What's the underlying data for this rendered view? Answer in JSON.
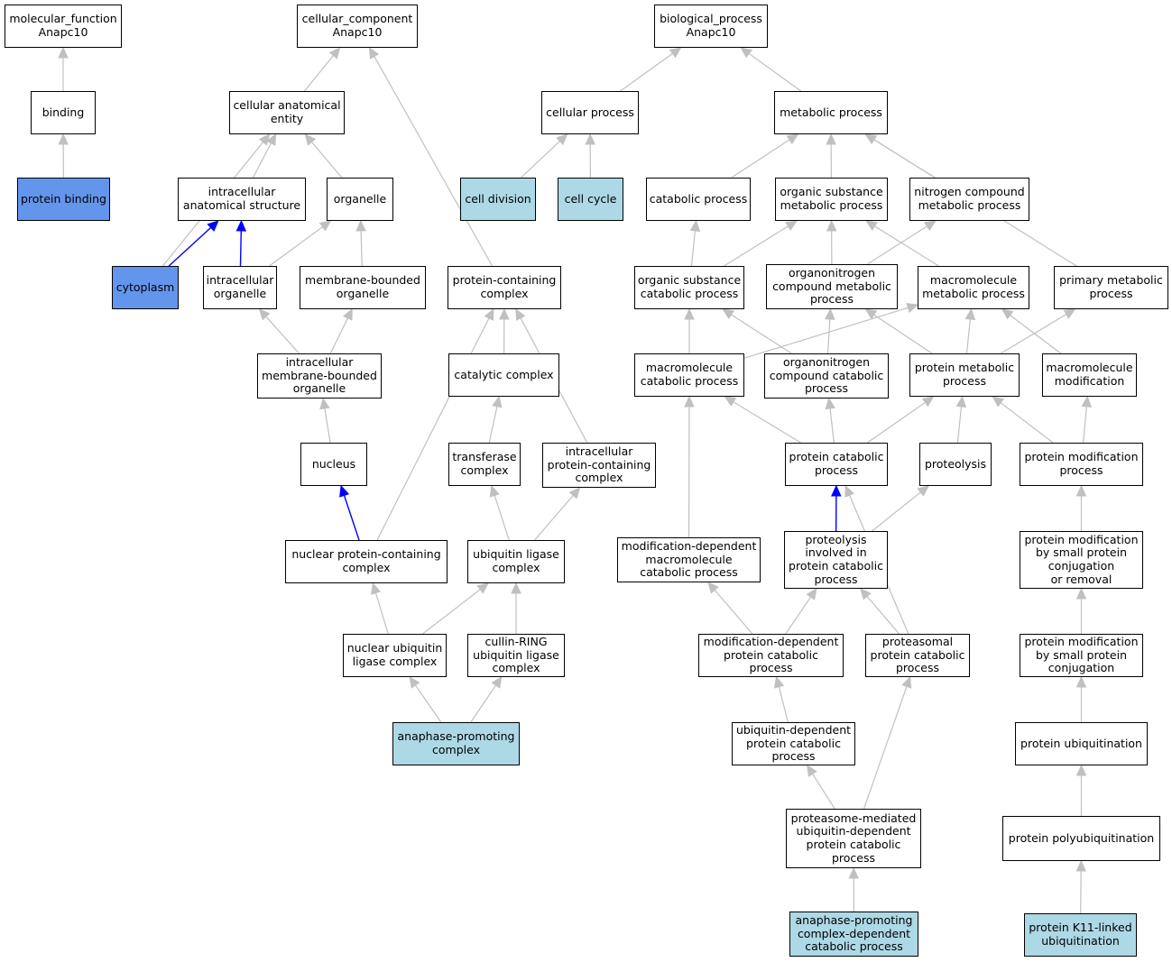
{
  "colors": {
    "node_default": "#ffffff",
    "node_light": "#add8e6",
    "node_dark": "#6495ed",
    "edge_default": "#c0c0c0",
    "edge_highlight": "#0000ff"
  },
  "nodes": [
    {
      "id": "mf",
      "label": "molecular_function\nAnapc10",
      "fill": "default"
    },
    {
      "id": "binding",
      "label": "binding",
      "fill": "default"
    },
    {
      "id": "protein_binding",
      "label": "protein binding",
      "fill": "dark"
    },
    {
      "id": "cc",
      "label": "cellular_component\nAnapc10",
      "fill": "default"
    },
    {
      "id": "cae",
      "label": "cellular anatomical\nentity",
      "fill": "default"
    },
    {
      "id": "ias",
      "label": "intracellular\nanatomical structure",
      "fill": "default"
    },
    {
      "id": "organelle",
      "label": "organelle",
      "fill": "default"
    },
    {
      "id": "cytoplasm",
      "label": "cytoplasm",
      "fill": "dark"
    },
    {
      "id": "io",
      "label": "intracellular\norganelle",
      "fill": "default"
    },
    {
      "id": "mbo",
      "label": "membrane-bounded\norganelle",
      "fill": "default"
    },
    {
      "id": "imbo",
      "label": "intracellular\nmembrane-bounded\norganelle",
      "fill": "default"
    },
    {
      "id": "nucleus",
      "label": "nucleus",
      "fill": "default"
    },
    {
      "id": "pcc",
      "label": "protein-containing\ncomplex",
      "fill": "default"
    },
    {
      "id": "catcx",
      "label": "catalytic complex",
      "fill": "default"
    },
    {
      "id": "transcx",
      "label": "transferase\ncomplex",
      "fill": "default"
    },
    {
      "id": "ipcc",
      "label": "intracellular\nprotein-containing\ncomplex",
      "fill": "default"
    },
    {
      "id": "npcc",
      "label": "nuclear protein-containing\ncomplex",
      "fill": "default"
    },
    {
      "id": "ulc",
      "label": "ubiquitin ligase\ncomplex",
      "fill": "default"
    },
    {
      "id": "nulc",
      "label": "nuclear ubiquitin\nligase complex",
      "fill": "default"
    },
    {
      "id": "crulc",
      "label": "cullin-RING\nubiquitin ligase\ncomplex",
      "fill": "default"
    },
    {
      "id": "apc",
      "label": "anaphase-promoting\ncomplex",
      "fill": "light"
    },
    {
      "id": "bp",
      "label": "biological_process\nAnapc10",
      "fill": "default"
    },
    {
      "id": "cellproc",
      "label": "cellular process",
      "fill": "default"
    },
    {
      "id": "celldiv",
      "label": "cell division",
      "fill": "light"
    },
    {
      "id": "cellcycle",
      "label": "cell cycle",
      "fill": "light"
    },
    {
      "id": "metab",
      "label": "metabolic process",
      "fill": "default"
    },
    {
      "id": "catab",
      "label": "catabolic process",
      "fill": "default"
    },
    {
      "id": "osmp",
      "label": "organic substance\nmetabolic process",
      "fill": "default"
    },
    {
      "id": "ncmp",
      "label": "nitrogen compound\nmetabolic process",
      "fill": "default"
    },
    {
      "id": "oscp",
      "label": "organic substance\ncatabolic process",
      "fill": "default"
    },
    {
      "id": "oncmp",
      "label": "organonitrogen\ncompound metabolic\nprocess",
      "fill": "default"
    },
    {
      "id": "mmp",
      "label": "macromolecule\nmetabolic process",
      "fill": "default"
    },
    {
      "id": "pmp",
      "label": "primary metabolic\nprocess",
      "fill": "default"
    },
    {
      "id": "mcp",
      "label": "macromolecule\ncatabolic process",
      "fill": "default"
    },
    {
      "id": "onccp",
      "label": "organonitrogen\ncompound catabolic\nprocess",
      "fill": "default"
    },
    {
      "id": "protmp",
      "label": "protein metabolic\nprocess",
      "fill": "default"
    },
    {
      "id": "mmod",
      "label": "macromolecule\nmodification",
      "fill": "default"
    },
    {
      "id": "pcp",
      "label": "protein catabolic\nprocess",
      "fill": "default"
    },
    {
      "id": "proteolysis",
      "label": "proteolysis",
      "fill": "default"
    },
    {
      "id": "pmodp",
      "label": "protein modification\nprocess",
      "fill": "default"
    },
    {
      "id": "mdmcp",
      "label": "modification-dependent\nmacromolecule\ncatabolic process",
      "fill": "default"
    },
    {
      "id": "pipcp",
      "label": "proteolysis\ninvolved in\nprotein catabolic\nprocess",
      "fill": "default"
    },
    {
      "id": "pmspcr",
      "label": "protein modification\nby small protein\nconjugation\nor removal",
      "fill": "default"
    },
    {
      "id": "mdpcp",
      "label": "modification-dependent\nprotein catabolic\nprocess",
      "fill": "default"
    },
    {
      "id": "ppcp",
      "label": "proteasomal\nprotein catabolic\nprocess",
      "fill": "default"
    },
    {
      "id": "pmspc",
      "label": "protein modification\nby small protein\nconjugation",
      "fill": "default"
    },
    {
      "id": "udpcp",
      "label": "ubiquitin-dependent\nprotein catabolic\nprocess",
      "fill": "default"
    },
    {
      "id": "pubq",
      "label": "protein ubiquitination",
      "fill": "default"
    },
    {
      "id": "pmudpcp",
      "label": "proteasome-mediated\nubiquitin-dependent\nprotein catabolic\nprocess",
      "fill": "default"
    },
    {
      "id": "ppubq",
      "label": "protein polyubiquitination",
      "fill": "default"
    },
    {
      "id": "apcdcp",
      "label": "anaphase-promoting\ncomplex-dependent\ncatabolic process",
      "fill": "light"
    },
    {
      "id": "pk11",
      "label": "protein K11-linked\nubiquitination",
      "fill": "light"
    }
  ],
  "edges": [
    {
      "from": "binding",
      "to": "mf",
      "type": "default"
    },
    {
      "from": "protein_binding",
      "to": "binding",
      "type": "default"
    },
    {
      "from": "cae",
      "to": "cc",
      "type": "default"
    },
    {
      "from": "pcc",
      "to": "cc",
      "type": "default"
    },
    {
      "from": "ias",
      "to": "cae",
      "type": "default"
    },
    {
      "from": "organelle",
      "to": "cae",
      "type": "default"
    },
    {
      "from": "cytoplasm",
      "to": "cae",
      "type": "default"
    },
    {
      "from": "cytoplasm",
      "to": "ias",
      "type": "highlight"
    },
    {
      "from": "io",
      "to": "ias",
      "type": "highlight"
    },
    {
      "from": "io",
      "to": "organelle",
      "type": "default"
    },
    {
      "from": "mbo",
      "to": "organelle",
      "type": "default"
    },
    {
      "from": "imbo",
      "to": "io",
      "type": "default"
    },
    {
      "from": "imbo",
      "to": "mbo",
      "type": "default"
    },
    {
      "from": "nucleus",
      "to": "imbo",
      "type": "default"
    },
    {
      "from": "npcc",
      "to": "nucleus",
      "type": "highlight"
    },
    {
      "from": "npcc",
      "to": "pcc",
      "type": "default"
    },
    {
      "from": "catcx",
      "to": "pcc",
      "type": "default"
    },
    {
      "from": "ipcc",
      "to": "pcc",
      "type": "default"
    },
    {
      "from": "transcx",
      "to": "catcx",
      "type": "default"
    },
    {
      "from": "ulc",
      "to": "transcx",
      "type": "default"
    },
    {
      "from": "ulc",
      "to": "ipcc",
      "type": "default"
    },
    {
      "from": "nulc",
      "to": "npcc",
      "type": "default"
    },
    {
      "from": "nulc",
      "to": "ulc",
      "type": "default"
    },
    {
      "from": "crulc",
      "to": "ulc",
      "type": "default"
    },
    {
      "from": "apc",
      "to": "nulc",
      "type": "default"
    },
    {
      "from": "apc",
      "to": "crulc",
      "type": "default"
    },
    {
      "from": "cellproc",
      "to": "bp",
      "type": "default"
    },
    {
      "from": "metab",
      "to": "bp",
      "type": "default"
    },
    {
      "from": "celldiv",
      "to": "cellproc",
      "type": "default"
    },
    {
      "from": "cellcycle",
      "to": "cellproc",
      "type": "default"
    },
    {
      "from": "catab",
      "to": "metab",
      "type": "default"
    },
    {
      "from": "osmp",
      "to": "metab",
      "type": "default"
    },
    {
      "from": "ncmp",
      "to": "metab",
      "type": "default"
    },
    {
      "from": "pmp",
      "to": "metab",
      "type": "default"
    },
    {
      "from": "oscp",
      "to": "catab",
      "type": "default"
    },
    {
      "from": "oscp",
      "to": "osmp",
      "type": "default"
    },
    {
      "from": "oncmp",
      "to": "osmp",
      "type": "default"
    },
    {
      "from": "oncmp",
      "to": "ncmp",
      "type": "default"
    },
    {
      "from": "mmp",
      "to": "osmp",
      "type": "default"
    },
    {
      "from": "mcp",
      "to": "oscp",
      "type": "default"
    },
    {
      "from": "mcp",
      "to": "mmp",
      "type": "default"
    },
    {
      "from": "onccp",
      "to": "oscp",
      "type": "default"
    },
    {
      "from": "onccp",
      "to": "oncmp",
      "type": "default"
    },
    {
      "from": "protmp",
      "to": "oncmp",
      "type": "default"
    },
    {
      "from": "protmp",
      "to": "mmp",
      "type": "default"
    },
    {
      "from": "protmp",
      "to": "pmp",
      "type": "default"
    },
    {
      "from": "mmod",
      "to": "mmp",
      "type": "default"
    },
    {
      "from": "pcp",
      "to": "mcp",
      "type": "default"
    },
    {
      "from": "pcp",
      "to": "onccp",
      "type": "default"
    },
    {
      "from": "pcp",
      "to": "protmp",
      "type": "default"
    },
    {
      "from": "proteolysis",
      "to": "protmp",
      "type": "default"
    },
    {
      "from": "pmodp",
      "to": "protmp",
      "type": "default"
    },
    {
      "from": "pmodp",
      "to": "mmod",
      "type": "default"
    },
    {
      "from": "mdmcp",
      "to": "mcp",
      "type": "default"
    },
    {
      "from": "pipcp",
      "to": "pcp",
      "type": "highlight"
    },
    {
      "from": "pipcp",
      "to": "proteolysis",
      "type": "default"
    },
    {
      "from": "ppcp",
      "to": "pcp",
      "type": "default"
    },
    {
      "from": "ppcp",
      "to": "pipcp",
      "type": "default"
    },
    {
      "from": "mdpcp",
      "to": "mdmcp",
      "type": "default"
    },
    {
      "from": "mdpcp",
      "to": "pipcp",
      "type": "default"
    },
    {
      "from": "pmspcr",
      "to": "pmodp",
      "type": "default"
    },
    {
      "from": "pmspc",
      "to": "pmspcr",
      "type": "default"
    },
    {
      "from": "udpcp",
      "to": "mdpcp",
      "type": "default"
    },
    {
      "from": "pmudpcp",
      "to": "udpcp",
      "type": "default"
    },
    {
      "from": "pmudpcp",
      "to": "ppcp",
      "type": "default"
    },
    {
      "from": "pubq",
      "to": "pmspc",
      "type": "default"
    },
    {
      "from": "ppubq",
      "to": "pubq",
      "type": "default"
    },
    {
      "from": "apcdcp",
      "to": "pmudpcp",
      "type": "default"
    },
    {
      "from": "pk11",
      "to": "ppubq",
      "type": "default"
    }
  ]
}
